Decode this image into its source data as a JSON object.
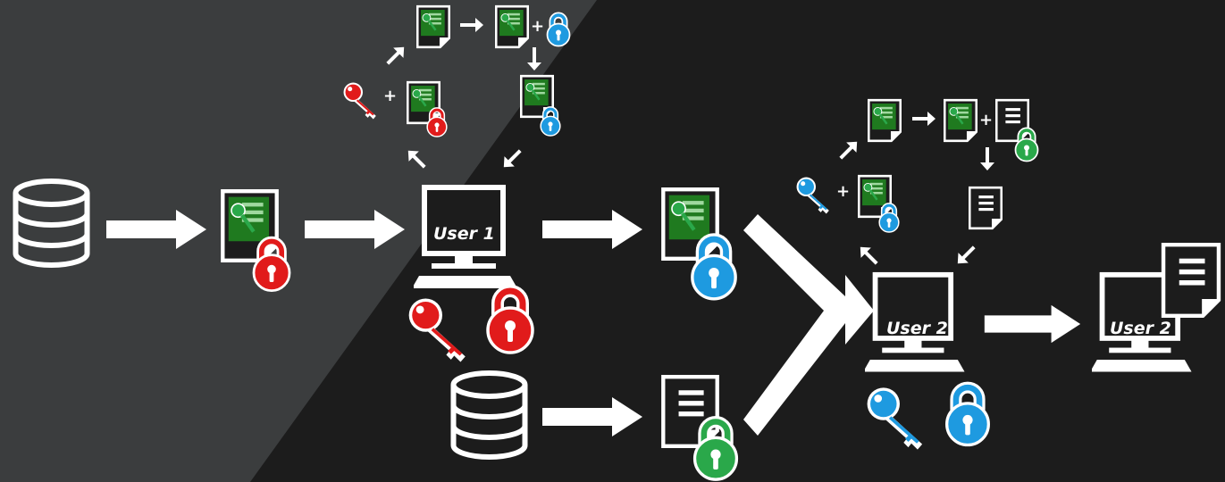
{
  "colors": {
    "background_dark": "#1c1c1c",
    "background_left": "#3b3d3e",
    "foreground": "#ffffff",
    "red": "#e11b1b",
    "blue": "#1e9ae0",
    "green": "#2aa84a",
    "doc_green": "#1f7a1f"
  },
  "labels": {
    "user1": "User 1",
    "user2": "User 2",
    "user2_final": "User 2"
  },
  "icons": [
    "database-icon",
    "computer-icon",
    "document-icon",
    "padlock-icon",
    "key-icon",
    "arrow-icon",
    "plus-icon"
  ]
}
